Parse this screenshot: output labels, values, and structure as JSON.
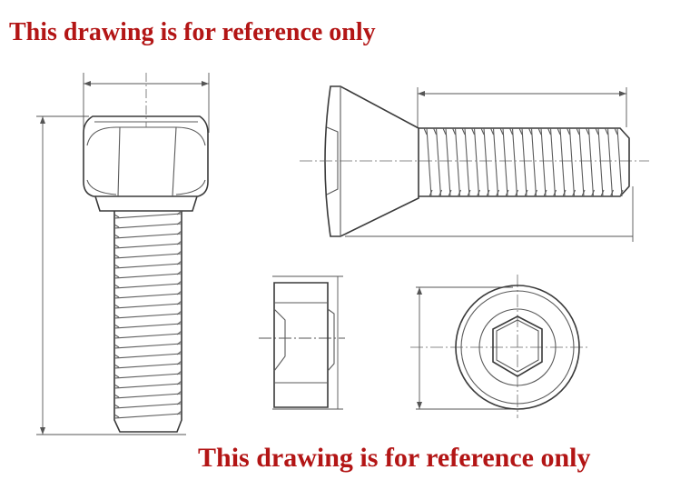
{
  "notices": {
    "top": "This drawing is for reference only",
    "bottom": "This drawing is for reference only"
  },
  "colors": {
    "notice_text": "#b31515",
    "line_art": "#3a3a3a",
    "background": "#ffffff"
  },
  "views": [
    {
      "name": "hex-cap-screw-side-view",
      "icon": "hex-socket-cap-screw-icon"
    },
    {
      "name": "countersunk-screw-side-view",
      "icon": "countersunk-screw-icon"
    },
    {
      "name": "screw-head-section-view",
      "icon": "head-section-icon"
    },
    {
      "name": "screw-head-end-view",
      "icon": "hex-socket-end-icon"
    }
  ]
}
